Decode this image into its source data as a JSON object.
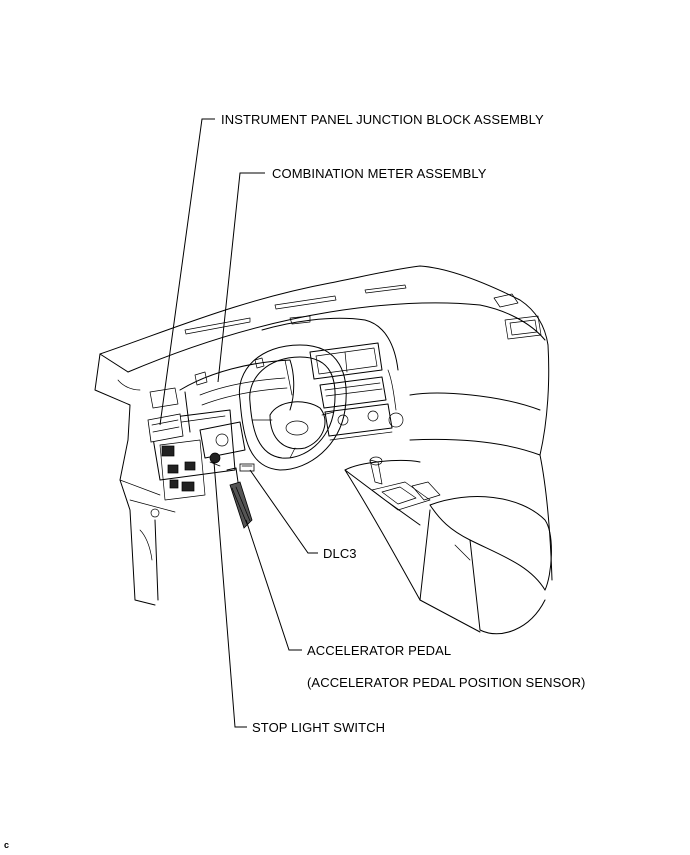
{
  "labels": {
    "junction_block": "INSTRUMENT PANEL JUNCTION BLOCK ASSEMBLY",
    "combination_meter": "COMBINATION METER ASSEMBLY",
    "dlc3": "DLC3",
    "accelerator_pedal": "ACCELERATOR PEDAL",
    "accelerator_sensor": "(ACCELERATOR PEDAL POSITION SENSOR)",
    "stop_light_switch": "STOP LIGHT SWITCH"
  },
  "corner_code": "C"
}
